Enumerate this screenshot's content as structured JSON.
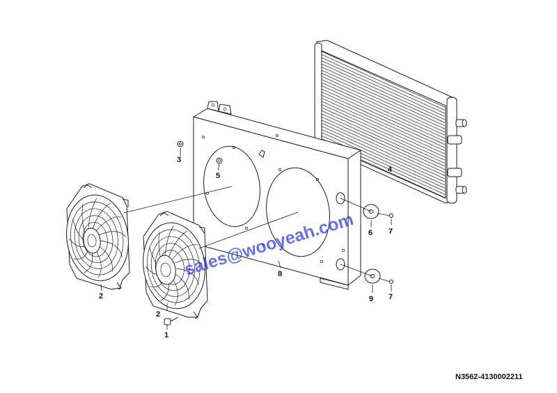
{
  "callouts": {
    "c1": "1",
    "c2a": "2",
    "c2b": "2",
    "c3": "3",
    "c4": "4",
    "c5": "5",
    "c6": "6",
    "c7a": "7",
    "c7b": "7",
    "c8": "8",
    "c9": "9"
  },
  "reference_code": "N3562-4130002211",
  "watermark": "sales@wooyeah.com",
  "colors": {
    "line": "#1a1a1a",
    "watermark": "#2b35d8",
    "background": "#ffffff"
  }
}
